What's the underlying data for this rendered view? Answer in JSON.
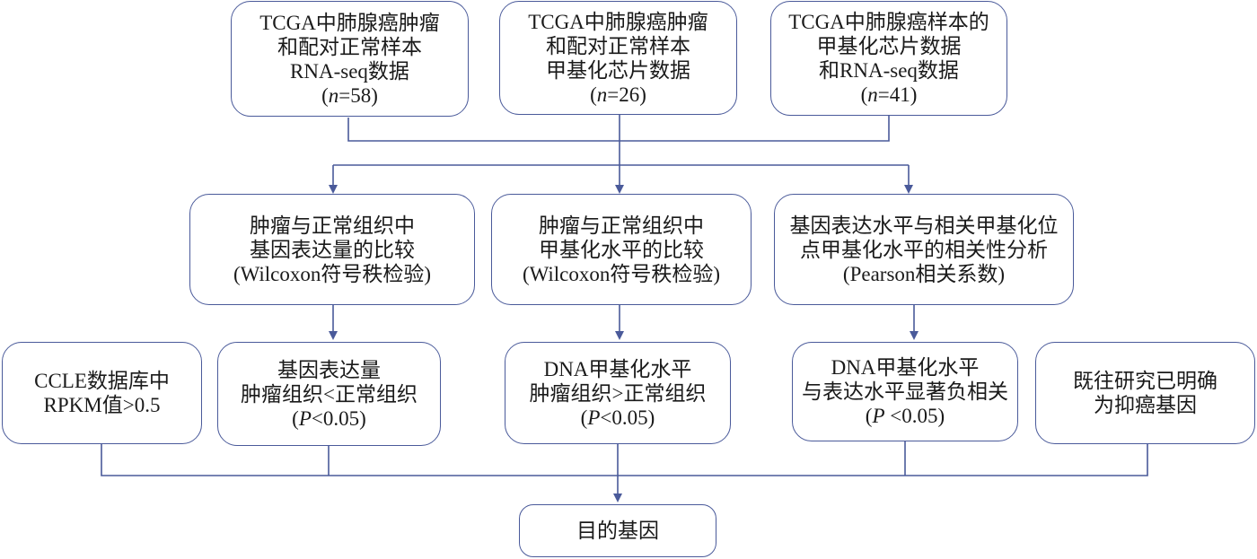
{
  "row1": [
    {
      "lines": [
        "TCGA中肺腺癌肿瘤",
        "和配对正常样本",
        "RNA-seq数据"
      ],
      "n_var": "n",
      "n_rest": "=58"
    },
    {
      "lines": [
        "TCGA中肺腺癌肿瘤",
        "和配对正常样本",
        "甲基化芯片数据"
      ],
      "n_var": "n",
      "n_rest": "=26"
    },
    {
      "lines": [
        "TCGA中肺腺癌样本的",
        "甲基化芯片数据",
        "和RNA-seq数据"
      ],
      "n_var": "n",
      "n_rest": "=41"
    }
  ],
  "row2": [
    {
      "lines": [
        "肿瘤与正常组织中",
        "基因表达量的比较",
        "(Wilcoxon符号秩检验)"
      ]
    },
    {
      "lines": [
        "肿瘤与正常组织中",
        "甲基化水平的比较",
        "(Wilcoxon符号秩检验)"
      ]
    },
    {
      "lines": [
        "基因表达水平与相关甲基化位",
        "点甲基化水平的相关性分析",
        "(Pearson相关系数)"
      ]
    }
  ],
  "row3": [
    {
      "lines": [
        "CCLE数据库中",
        "RPKM值>0.5"
      ]
    },
    {
      "lines": [
        "基因表达量",
        "肿瘤组织<正常组织"
      ],
      "p_var": "P",
      "p_rest": "<0.05"
    },
    {
      "lines": [
        "DNA甲基化水平",
        "肿瘤组织>正常组织"
      ],
      "p_var": "P",
      "p_rest": "<0.05"
    },
    {
      "lines": [
        "DNA甲基化水平",
        "与表达水平显著负相关"
      ],
      "p_var": "P",
      "p_rest": " <0.05"
    },
    {
      "lines": [
        "既往研究已明确",
        "为抑癌基因"
      ]
    }
  ],
  "final": {
    "label": "目的基因"
  },
  "colors": {
    "line": "#4a5a9a",
    "text": "#1a1a1a"
  }
}
